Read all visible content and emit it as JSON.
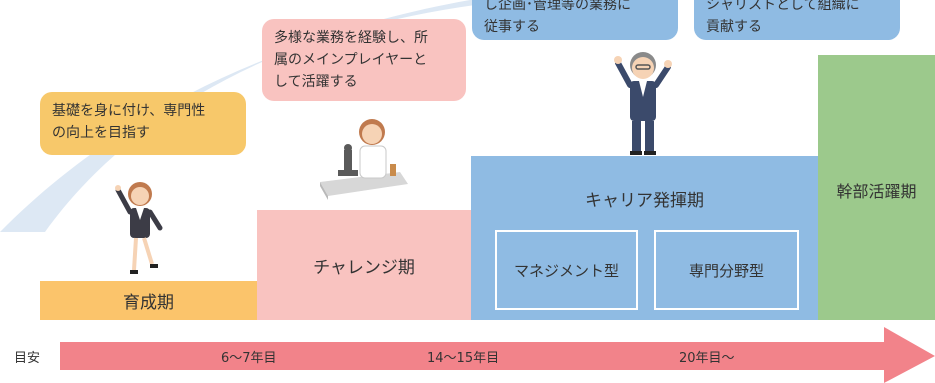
{
  "stages": {
    "ikusei": {
      "label": "育成期",
      "color": "#fbc46b"
    },
    "challenge": {
      "label": "チャレンジ期",
      "color": "#f9c3c0"
    },
    "career": {
      "label": "キャリア発揮期",
      "color": "#8fbbe3"
    },
    "kanbu": {
      "label": "幹部活躍期",
      "color": "#9cc98c"
    }
  },
  "career_types": {
    "management": "マネジメント型",
    "specialist": "専門分野型"
  },
  "bubbles": {
    "ikusei": "基礎を身に付け、専門性\nの向上を目指す",
    "challenge": "多様な業務を経験し、所\n属のメインプレイヤーと\nして活躍する",
    "career_top": "し企画･管理等の業務に\n従事する",
    "kanbu_top": "シャリストとして組織に\n貢献する"
  },
  "timeline": {
    "label": "目安",
    "marks": [
      "6〜7年目",
      "14〜15年目",
      "20年目〜"
    ],
    "color": "#f2838a"
  },
  "colors": {
    "bubble_yellow": "#f7c86a",
    "bubble_pink": "#f9c3c0",
    "bubble_blue": "#8fbbe3",
    "arc": "#dde8f4"
  }
}
